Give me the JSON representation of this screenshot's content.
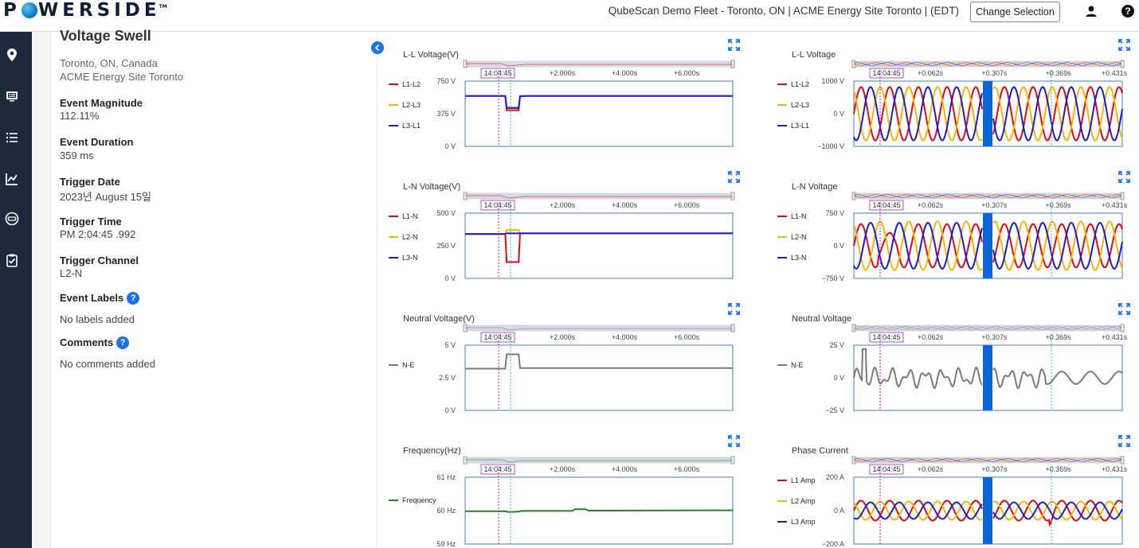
{
  "header": {
    "logo_text": "POWERSIDE",
    "site_info": "QubeScan Demo Fleet - Toronto, ON | ACME Energy Site Toronto | (EDT)",
    "change_selection_label": "Change Selection",
    "user_icon": "user-icon",
    "help_label": "?"
  },
  "sidebar": {
    "items": [
      {
        "name": "map-pin-icon"
      },
      {
        "name": "monitor-icon"
      },
      {
        "name": "list-icon"
      },
      {
        "name": "line-chart-icon"
      },
      {
        "name": "meter-icon"
      },
      {
        "name": "clipboard-check-icon"
      }
    ]
  },
  "event": {
    "title": "Voltage Swell",
    "location_line1": "Toronto, ON, Canada",
    "location_line2": "ACME Energy Site Toronto",
    "magnitude_label": "Event Magnitude",
    "magnitude_value": "112.11%",
    "duration_label": "Event Duration",
    "duration_value": "359 ms",
    "trigger_date_label": "Trigger Date",
    "trigger_date_value": "2023년 August 15일",
    "trigger_time_label": "Trigger Time",
    "trigger_time_value": "PM 2:04:45 .992",
    "trigger_channel_label": "Trigger Channel",
    "trigger_channel_value": "L2-N",
    "labels_label": "Event Labels",
    "labels_value": "No labels added",
    "comments_label": "Comments",
    "comments_value": "No comments added",
    "help_mark": "?"
  },
  "colors": {
    "red": "#e30613",
    "orange": "#f7b500",
    "blue": "#1b1bd0",
    "gray": "#7a7a7a",
    "green": "#1a8a1a",
    "accent": "#1a73e8",
    "trigger_purple": "#a020c0",
    "trigger_cyan": "#33a8c8"
  },
  "chart_data": [
    {
      "id": "ll-rms",
      "type": "line",
      "title": "L-L Voltage(V)",
      "time_label": "14:04:45",
      "x_ticks": [
        "+2.000s",
        "+4.000s",
        "+6.000s"
      ],
      "y_ticks": [
        "750 V",
        "375 V",
        "0 V"
      ],
      "ylim": [
        0,
        750
      ],
      "series": [
        {
          "name": "L1-L2",
          "color": "red",
          "values": [
            [
              0,
              580
            ],
            [
              0.15,
              580
            ],
            [
              0.155,
              415
            ],
            [
              0.2,
              415
            ],
            [
              0.205,
              580
            ],
            [
              1,
              580
            ]
          ]
        },
        {
          "name": "L2-L3",
          "color": "orange",
          "values": [
            [
              0,
              580
            ],
            [
              0.15,
              580
            ],
            [
              0.155,
              450
            ],
            [
              0.2,
              450
            ],
            [
              0.205,
              580
            ],
            [
              1,
              580
            ]
          ]
        },
        {
          "name": "L3-L1",
          "color": "blue",
          "values": [
            [
              0,
              580
            ],
            [
              0.15,
              580
            ],
            [
              0.155,
              440
            ],
            [
              0.2,
              440
            ],
            [
              0.205,
              575
            ],
            [
              0.23,
              580
            ],
            [
              1,
              580
            ]
          ]
        }
      ]
    },
    {
      "id": "ll-wave",
      "type": "line",
      "title": "L-L Voltage",
      "time_label": "14:04:45",
      "x_ticks": [
        "+0.062s",
        "+0.307s",
        "+0.369s",
        "+0.431s"
      ],
      "y_ticks": [
        "1000 V",
        "0 V",
        "−1000 V"
      ],
      "ylim": [
        -1000,
        1000
      ],
      "series": [
        {
          "name": "L1-L2",
          "color": "red",
          "amp": 820,
          "phase": 0
        },
        {
          "name": "L2-L3",
          "color": "orange",
          "amp": 820,
          "phase": 2.09
        },
        {
          "name": "L3-L1",
          "color": "blue",
          "amp": 820,
          "phase": 4.19
        }
      ]
    },
    {
      "id": "ln-rms",
      "type": "line",
      "title": "L-N Voltage(V)",
      "time_label": "14:04:45",
      "x_ticks": [
        "+2.000s",
        "+4.000s",
        "+6.000s"
      ],
      "y_ticks": [
        "500 V",
        "250 V",
        "0 V"
      ],
      "ylim": [
        0,
        500
      ],
      "series": [
        {
          "name": "L1-N",
          "color": "red",
          "values": [
            [
              0,
              340
            ],
            [
              0.15,
              340
            ],
            [
              0.155,
              125
            ],
            [
              0.2,
              125
            ],
            [
              0.205,
              345
            ],
            [
              1,
              345
            ]
          ]
        },
        {
          "name": "L2-N",
          "color": "orange",
          "values": [
            [
              0,
              340
            ],
            [
              0.15,
              340
            ],
            [
              0.155,
              370
            ],
            [
              0.2,
              370
            ],
            [
              0.205,
              345
            ],
            [
              1,
              345
            ]
          ]
        },
        {
          "name": "L3-N",
          "color": "blue",
          "values": [
            [
              0,
              340
            ],
            [
              0.15,
              340
            ],
            [
              0.155,
              345
            ],
            [
              0.2,
              345
            ],
            [
              0.205,
              345
            ],
            [
              1,
              345
            ]
          ]
        }
      ]
    },
    {
      "id": "ln-wave",
      "type": "line",
      "title": "L-N Voltage",
      "time_label": "14:04:45",
      "x_ticks": [
        "+0.062s",
        "+0.307s",
        "+0.369s",
        "+0.431s"
      ],
      "y_ticks": [
        "750 V",
        "0 V",
        "−750 V"
      ],
      "ylim": [
        -750,
        750
      ],
      "series": [
        {
          "name": "L1-N",
          "color": "red",
          "amp": 500,
          "phase": 0
        },
        {
          "name": "L2-N",
          "color": "orange",
          "amp": 560,
          "phase": 2.09
        },
        {
          "name": "L3-N",
          "color": "blue",
          "amp": 530,
          "phase": 4.19
        }
      ]
    },
    {
      "id": "n-rms",
      "type": "line",
      "title": "Neutral Voltage(V)",
      "time_label": "14:04:45",
      "x_ticks": [
        "+2.000s",
        "+4.000s",
        "+6.000s"
      ],
      "y_ticks": [
        "5 V",
        "2.5 V",
        "0 V"
      ],
      "ylim": [
        0,
        5
      ],
      "series": [
        {
          "name": "N-E",
          "color": "gray",
          "values": [
            [
              0,
              3.2
            ],
            [
              0.15,
              3.2
            ],
            [
              0.155,
              4.3
            ],
            [
              0.2,
              4.3
            ],
            [
              0.205,
              3.25
            ],
            [
              1,
              3.25
            ]
          ]
        }
      ]
    },
    {
      "id": "n-wave",
      "type": "line",
      "title": "Neutral Voltage",
      "time_label": "14:04:45",
      "x_ticks": [
        "+0.062s",
        "+0.307s",
        "+0.369s",
        "+0.431s"
      ],
      "y_ticks": [
        "25 V",
        "0 V",
        "−25 V"
      ],
      "ylim": [
        -25,
        25
      ],
      "series": [
        {
          "name": "N-E",
          "color": "gray",
          "amp": 8,
          "phase": 0
        }
      ]
    },
    {
      "id": "freq",
      "type": "line",
      "title": "Frequency(Hz)",
      "time_label": "14:04:45",
      "x_ticks": [
        "+2.000s",
        "+4.000s",
        "+6.000s"
      ],
      "y_ticks": [
        "61 Hz",
        "60 Hz",
        "59 Hz"
      ],
      "ylim": [
        59,
        61
      ],
      "series": [
        {
          "name": "Frequency",
          "color": "green",
          "values": [
            [
              0,
              59.98
            ],
            [
              0.15,
              59.98
            ],
            [
              0.16,
              59.96
            ],
            [
              0.2,
              59.97
            ],
            [
              0.21,
              59.99
            ],
            [
              0.4,
              59.99
            ],
            [
              0.41,
              60.04
            ],
            [
              0.45,
              60.04
            ],
            [
              0.46,
              60.0
            ],
            [
              1,
              60.01
            ]
          ]
        }
      ]
    },
    {
      "id": "current-wave",
      "type": "line",
      "title": "Phase Current",
      "time_label": "14:04:45",
      "x_ticks": [
        "+0.062s",
        "+0.307s",
        "+0.369s",
        "+0.431s"
      ],
      "y_ticks": [
        "200 A",
        "0 A",
        "−200 A"
      ],
      "ylim": [
        -200,
        200
      ],
      "series": [
        {
          "name": "L1 Amp",
          "color": "red",
          "amp": 60,
          "phase": 0
        },
        {
          "name": "L2 Amp",
          "color": "orange",
          "amp": 55,
          "phase": 2.09
        },
        {
          "name": "L3 Amp",
          "color": "blue",
          "amp": 50,
          "phase": 4.19
        }
      ]
    }
  ]
}
